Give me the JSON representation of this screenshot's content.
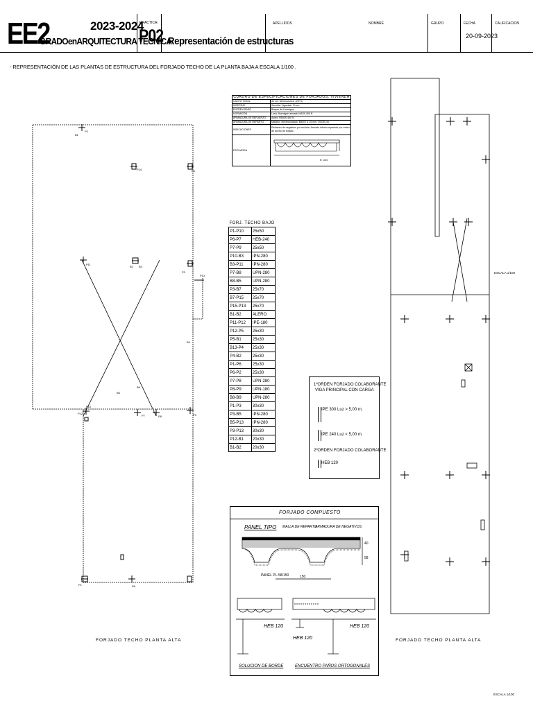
{
  "header": {
    "course_code": "EE2",
    "degree": "GRADOenARQUITECTURA TECNICA",
    "year": "2023-2024",
    "practice_label": "PRACTICA:",
    "practice_number": "P02",
    "practice_title": "Representación de estructuras",
    "apellidos": "APELLIDOS",
    "nombre": "NOMBRE",
    "grupo": "GRUPO",
    "fecha_label": "FECHA",
    "fecha_value": "20-09-2023",
    "calificacion": "CALIFICACION"
  },
  "statement": "- REPRESENTACIÓN DE LAS PLANTAS DE ESTRUCTURA DEL FORJADO TECHO DE LA PLANTA BAJA A ESCALA 1/100 .",
  "spec_table": {
    "title": "CUADRO DE ESPECIFICACIONES DE FORJADOS. VIVIENDA",
    "rows": [
      [
        "CANTO TOTAL",
        "30 cm. Dimensiones: (25+5)"
      ],
      [
        "INTEREJE",
        "Sencilla: Viguetas: 70 cm."
      ],
      [
        "ENTREVIGADO",
        "Bloque de Hormigon"
      ],
      [
        "HORMIGÓN",
        "Losa: Hormigón armado HA25-400 N"
      ],
      [
        "ARMADURA DE REFUERZO",
        "Acero: B500S 400 N"
      ],
      [
        "ARMADURA DE REPARTO",
        "Mallazo: electrosoldado: B500T 6 15 mm. 30x30 cm."
      ],
      [
        "INDICACIONES",
        "Refuerzo de negativos por encima. Armado inferior repartido por metro de ancho de forjado"
      ]
    ],
    "escuadra_label": "ESCUADRA",
    "scale": "E 1/20"
  },
  "beam_table": {
    "title": "FORJ. TECHO BAJO",
    "rows": [
      [
        "P1-P10",
        "25x50"
      ],
      [
        "P6-P7",
        "HEB-240"
      ],
      [
        "P7-P9",
        "25x50"
      ],
      [
        "P10-B3",
        "IPN-280"
      ],
      [
        "B3-P11",
        "IPN-280"
      ],
      [
        "P7-B8",
        "UPN-280"
      ],
      [
        "B8-B5",
        "UPN-280"
      ],
      [
        "P3-B7",
        "25x70"
      ],
      [
        "B7-P15",
        "25x70"
      ],
      [
        "P15-P13",
        "25x70"
      ],
      [
        "B1-B2",
        "ALERO"
      ],
      [
        "P11-P12",
        "IPE-180"
      ],
      [
        "P12-P5",
        "25x30"
      ],
      [
        "P5-B1",
        "25x30"
      ],
      [
        "B13-P4",
        "25x30"
      ],
      [
        "P4-B2",
        "25x30"
      ],
      [
        "P1-P6",
        "25x30"
      ],
      [
        "P6-P2",
        "25x30"
      ],
      [
        "P7-P8",
        "UPN-280"
      ],
      [
        "P8-P9",
        "UPN-180"
      ],
      [
        "B8-B9",
        "UPN-280"
      ],
      [
        "P1-P3",
        "30x30"
      ],
      [
        "P3-B5",
        "IPN-280"
      ],
      [
        "B5-P13",
        "IPN-280"
      ],
      [
        "P3-P13",
        "30x30"
      ],
      [
        "P12-B1",
        "20x30"
      ],
      [
        "B1-B2",
        "20x30"
      ]
    ]
  },
  "legend": {
    "line1": "1ºORDEN FORJADO COLABORANTE",
    "line2": "VIGA PRINCIPAL CON CARGA",
    "ipe300": "IPE 300 Luz > 5,00 m.",
    "ipe240": "IPE 240 Luz < 5,00 m.",
    "line3": "2ºORDEN FORJADO COLABORANTE",
    "heb120": "HEB 120"
  },
  "composite": {
    "title": "FORJADO COMPUESTO",
    "panel_tipo": "PANEL TIPO",
    "malla": "MALLA DE REPARTO",
    "armadura": "ARMADURA DE NEGATIVOS",
    "dim_40": "40",
    "dim_58": "58",
    "panel_ref": "PANEL PL-58/150",
    "dim_150": "150",
    "heb_left": "HEB 120",
    "heb_center": "HEB 120",
    "heb_right": "HEB 120",
    "solucion_borde": "SOLUCION DE BORDE",
    "encuentro": "ENCUENTRO PAÑOS ORTOGONALES"
  },
  "captions": {
    "left": "FORJADO TECHO PLANTA ALTA",
    "right": "FORJADO TECHO PLANTA ALTA",
    "escala_side": "ESCALA 1/100",
    "escala_bottom": "ESCALA 1/100"
  },
  "plan_labels": {
    "p1": "P1",
    "p2": "P2",
    "p3": "P3",
    "p5": "P5",
    "p6": "P6",
    "p7": "P7",
    "p8": "P8",
    "p9": "P9",
    "p10": "P10",
    "p11": "P11",
    "p12": "P12",
    "p13": "P13",
    "p14": "P14",
    "b1": "B1",
    "b2": "B2",
    "b3": "B3",
    "b4": "B4",
    "b5": "B5",
    "b6": "B6"
  }
}
